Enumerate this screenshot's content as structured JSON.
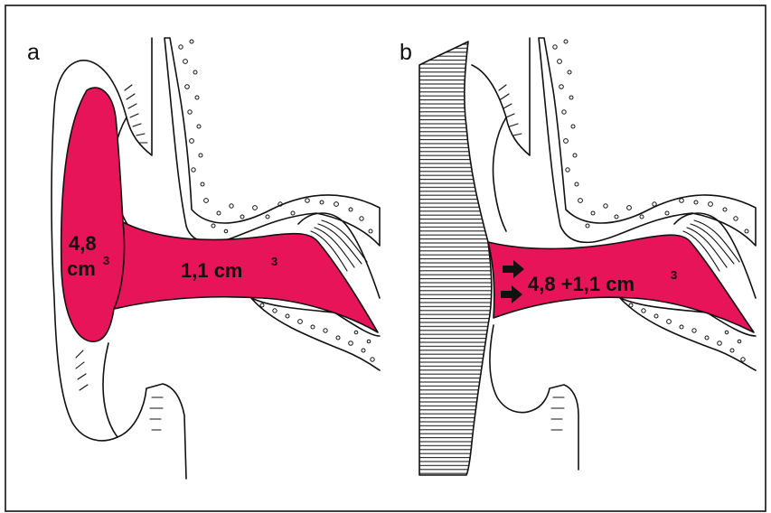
{
  "figure": {
    "accent_color": "#e8145a",
    "panel_a": {
      "letter": "a",
      "concha_volume": "4,8",
      "concha_unit": "cm",
      "concha_unit_exponent": "3",
      "canal_volume": "1,1 cm",
      "canal_volume_exponent": "3"
    },
    "panel_b": {
      "letter": "b",
      "combined_volume": "4,8 +1,1 cm",
      "combined_volume_exponent": "3",
      "arrow_icon": "arrow-right-icon"
    }
  }
}
